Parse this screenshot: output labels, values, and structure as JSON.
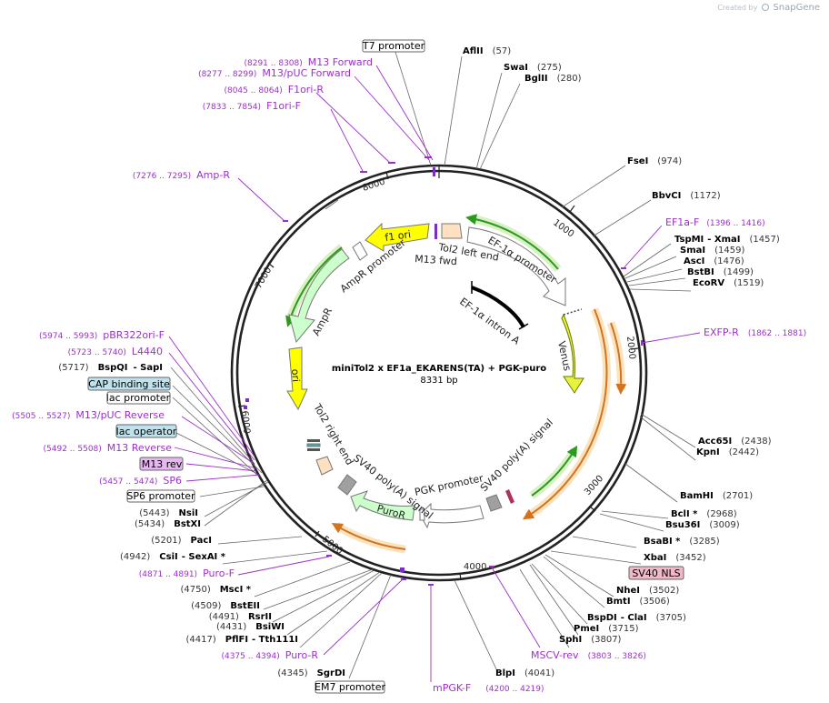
{
  "credit": {
    "prefix": "Created by",
    "brand": "SnapGene"
  },
  "map": {
    "name": "miniTol2 x EF1a_EKARENS(TA) + PGK-puro",
    "size": "8331 bp"
  },
  "ticks": [
    "1000",
    "2000",
    "3000",
    "4000",
    "5000",
    "6000",
    "7000",
    "8000"
  ],
  "features": [
    {
      "label": "f1 ori"
    },
    {
      "label": "Tol2 left end"
    },
    {
      "label": "M13 fwd"
    },
    {
      "label": "EF-1α promoter"
    },
    {
      "label": "EF-1α intron A"
    },
    {
      "label": "AmpR promoter"
    },
    {
      "label": "AmpR"
    },
    {
      "label": "Venus"
    },
    {
      "label": "ori"
    },
    {
      "label": "Tol2 right end"
    },
    {
      "label": "SV40 poly(A) signal"
    },
    {
      "label": "SV40 poly(A) signal"
    },
    {
      "label": "PGK promoter"
    },
    {
      "label": "PuroR"
    }
  ],
  "sites": [
    {
      "name": "AflII",
      "pos": "(57)"
    },
    {
      "name": "SwaI",
      "pos": "(275)"
    },
    {
      "name": "BglII",
      "pos": "(280)"
    },
    {
      "name": "FseI",
      "pos": "(974)"
    },
    {
      "name": "BbvCI",
      "pos": "(1172)"
    },
    {
      "name": "TspMI",
      "pos": ""
    },
    {
      "name": "- XmaI",
      "pos": "(1457)"
    },
    {
      "name": "SmaI",
      "pos": "(1459)"
    },
    {
      "name": "AscI",
      "pos": "(1476)"
    },
    {
      "name": "BstBI",
      "pos": "(1499)"
    },
    {
      "name": "EcoRV",
      "pos": "(1519)"
    },
    {
      "name": "Acc65I",
      "pos": "(2438)"
    },
    {
      "name": "KpnI",
      "pos": "(2442)"
    },
    {
      "name": "BamHI",
      "pos": "(2701)"
    },
    {
      "name": "BclI *",
      "pos": "(2968)"
    },
    {
      "name": "Bsu36I",
      "pos": "(3009)"
    },
    {
      "name": "BsaBI *",
      "pos": "(3285)"
    },
    {
      "name": "XbaI",
      "pos": "(3452)"
    },
    {
      "name": "NheI",
      "pos": "(3502)"
    },
    {
      "name": "BmtI",
      "pos": "(3506)"
    },
    {
      "name": "BspDI",
      "pos": ""
    },
    {
      "name": "- ClaI",
      "pos": "(3705)"
    },
    {
      "name": "PmeI",
      "pos": "(3715)"
    },
    {
      "name": "SphI",
      "pos": "(3807)"
    },
    {
      "name": "BlpI",
      "pos": "(4041)"
    },
    {
      "name": "SgrDI",
      "pos": "(4345)"
    },
    {
      "name": "PflFI",
      "pos": "(4417)"
    },
    {
      "name": "- Tth111I",
      "pos": ""
    },
    {
      "name": "BsiWI",
      "pos": "(4431)"
    },
    {
      "name": "RsrII",
      "pos": "(4491)"
    },
    {
      "name": "BstEII",
      "pos": "(4509)"
    },
    {
      "name": "MscI *",
      "pos": "(4750)"
    },
    {
      "name": "CsiI",
      "pos": "(4942)"
    },
    {
      "name": "- SexAI *",
      "pos": ""
    },
    {
      "name": "PacI",
      "pos": "(5201)"
    },
    {
      "name": "BstXI",
      "pos": "(5434)"
    },
    {
      "name": "NsiI",
      "pos": "(5443)"
    },
    {
      "name": "BspQI",
      "pos": "(5717)"
    },
    {
      "name": "- SapI",
      "pos": ""
    }
  ],
  "primers": [
    {
      "name": "M13 Forward",
      "range": "(8291 .. 8308)"
    },
    {
      "name": "M13/pUC Forward",
      "range": "(8277 .. 8299)"
    },
    {
      "name": "F1ori-R",
      "range": "(8045 .. 8064)"
    },
    {
      "name": "F1ori-F",
      "range": "(7833 .. 7854)"
    },
    {
      "name": "Amp-R",
      "range": "(7276 .. 7295)"
    },
    {
      "name": "EF1a-F",
      "range": "(1396 .. 1416)"
    },
    {
      "name": "EXFP-R",
      "range": "(1862 .. 1881)"
    },
    {
      "name": "pBR322ori-F",
      "range": "(5974 .. 5993)"
    },
    {
      "name": "L4440",
      "range": "(5723 .. 5740)"
    },
    {
      "name": "M13/pUC Reverse",
      "range": "(5505 .. 5527)"
    },
    {
      "name": "M13 Reverse",
      "range": "(5492 .. 5508)"
    },
    {
      "name": "SP6",
      "range": "(5457 .. 5474)"
    },
    {
      "name": "Puro-F",
      "range": "(4871 .. 4891)"
    },
    {
      "name": "Puro-R",
      "range": "(4375 .. 4394)"
    },
    {
      "name": "mPGK-F",
      "range": "(4200 .. 4219)"
    },
    {
      "name": "MSCV-rev",
      "range": "(3803 .. 3826)"
    }
  ],
  "boxed": [
    {
      "label": "T7 promoter"
    },
    {
      "label": "CAP binding site"
    },
    {
      "label": "lac promoter"
    },
    {
      "label": "lac operator"
    },
    {
      "label": "M13 rev"
    },
    {
      "label": "SP6 promoter"
    },
    {
      "label": "EM7 promoter"
    },
    {
      "label": "SV40 NLS"
    }
  ],
  "colors": {
    "backbone": "#222222",
    "primer": "#9b30c8",
    "site": "#000000",
    "pos": "#333333",
    "yellow": "#ffff00",
    "green_light": "#ccffcc",
    "venus": "#e8f23c",
    "peach": "#ffe0c0",
    "gray": "#a0a0a0"
  }
}
